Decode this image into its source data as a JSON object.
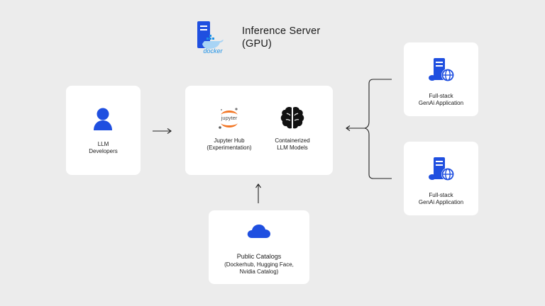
{
  "header": {
    "title_line1": "Inference Server",
    "title_line2": "(GPU)",
    "docker_label": "docker"
  },
  "nodes": {
    "llm_developers": {
      "line1": "LLM",
      "line2": "Developers",
      "icon": "user-icon"
    },
    "jupyter": {
      "logo_text": "jupyter",
      "line1": "Jupyter Hub",
      "line2": "(Experimentation)",
      "icon": "jupyter-icon"
    },
    "models": {
      "line1": "Containerized",
      "line2": "LLM Models",
      "icon": "brain-icon"
    },
    "app_top": {
      "line1": "Full-stack",
      "line2": "GenAi Application",
      "icon": "server-globe-icon"
    },
    "app_bottom": {
      "line1": "Full-stack",
      "line2": "GenAi Application",
      "icon": "server-globe-icon"
    },
    "catalogs": {
      "line1": "Public Catalogs",
      "line2": "(Dockerhub, Hugging Face,",
      "line3": "Nvidia Catalog)",
      "icon": "cloud-icon"
    }
  },
  "colors": {
    "accent": "#1f4fe0",
    "background": "#ececec",
    "card": "#ffffff",
    "jupyter_orange": "#f37726",
    "docker_blue": "#1d91e6"
  }
}
